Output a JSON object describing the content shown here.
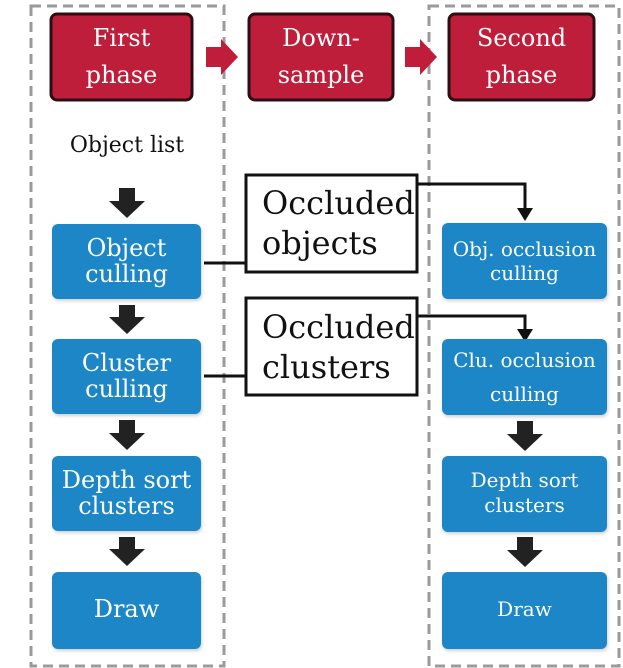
{
  "phases": {
    "first_line1": "First",
    "first_line2": "phase",
    "downsample_line1": "Down-",
    "downsample_line2": "sample",
    "second_line1": "Second",
    "second_line2": "phase"
  },
  "first_phase": {
    "object_list_label": "Object list",
    "steps": [
      {
        "line1": "Object",
        "line2": "culling"
      },
      {
        "line1": "Cluster",
        "line2": "culling"
      },
      {
        "line1": "Depth sort",
        "line2": "clusters"
      },
      {
        "line1": "Draw",
        "line2": ""
      }
    ]
  },
  "middle": {
    "occluded_objects_line1": "Occluded",
    "occluded_objects_line2": "objects",
    "occluded_clusters_line1": "Occluded",
    "occluded_clusters_line2": "clusters"
  },
  "second_phase": {
    "steps": [
      {
        "line1": "Obj. occlusion",
        "line2": "culling"
      },
      {
        "line1": "Clu. occlusion",
        "line2": "culling"
      },
      {
        "line1": "Depth sort",
        "line2": "clusters"
      },
      {
        "line1": "Draw",
        "line2": ""
      }
    ]
  },
  "colors": {
    "phase_header_fill": "#bf1e3a",
    "phase_header_stroke": "#2b0f14",
    "step_fill": "#1f86c6",
    "arrow_fill": "#222222",
    "connector_fill": "#c01d3a",
    "dashed_border": "#9a9a9a"
  }
}
